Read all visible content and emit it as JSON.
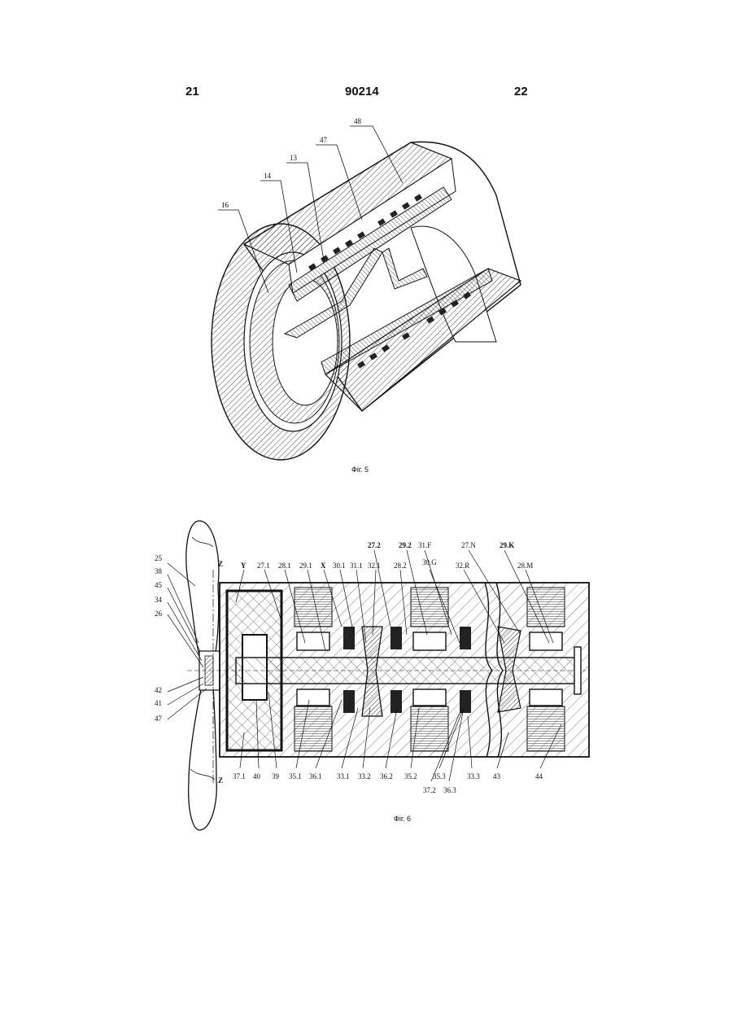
{
  "header": {
    "left_page": "21",
    "patent_number": "90214",
    "right_page": "22"
  },
  "fig5": {
    "caption": "Фіг. 5",
    "labels": [
      "16",
      "14",
      "13",
      "47",
      "48"
    ]
  },
  "fig6": {
    "caption": "Фіг. 6",
    "left_labels": [
      "25",
      "38",
      "45",
      "34",
      "26",
      "42",
      "41",
      "47"
    ],
    "z_top": "Z",
    "z_bottom": "Z",
    "top_labels": [
      "Y",
      "27.1",
      "28.1",
      "29.1",
      "X",
      "30.1",
      "31.1",
      "32.1",
      "28.2",
      "30.G",
      "32.R",
      "28.M"
    ],
    "top_labels_upper": [
      "27.2",
      "29.2",
      "31.F",
      "27.N",
      "29.K"
    ],
    "bottom_labels": [
      "37.1",
      "40",
      "39",
      "35.1",
      "36.1",
      "33.1",
      "33.2",
      "36.2",
      "35.2",
      "35.3",
      "33.3",
      "43",
      "44"
    ],
    "bottom_labels_lower": [
      "37.2",
      "36.3"
    ]
  }
}
